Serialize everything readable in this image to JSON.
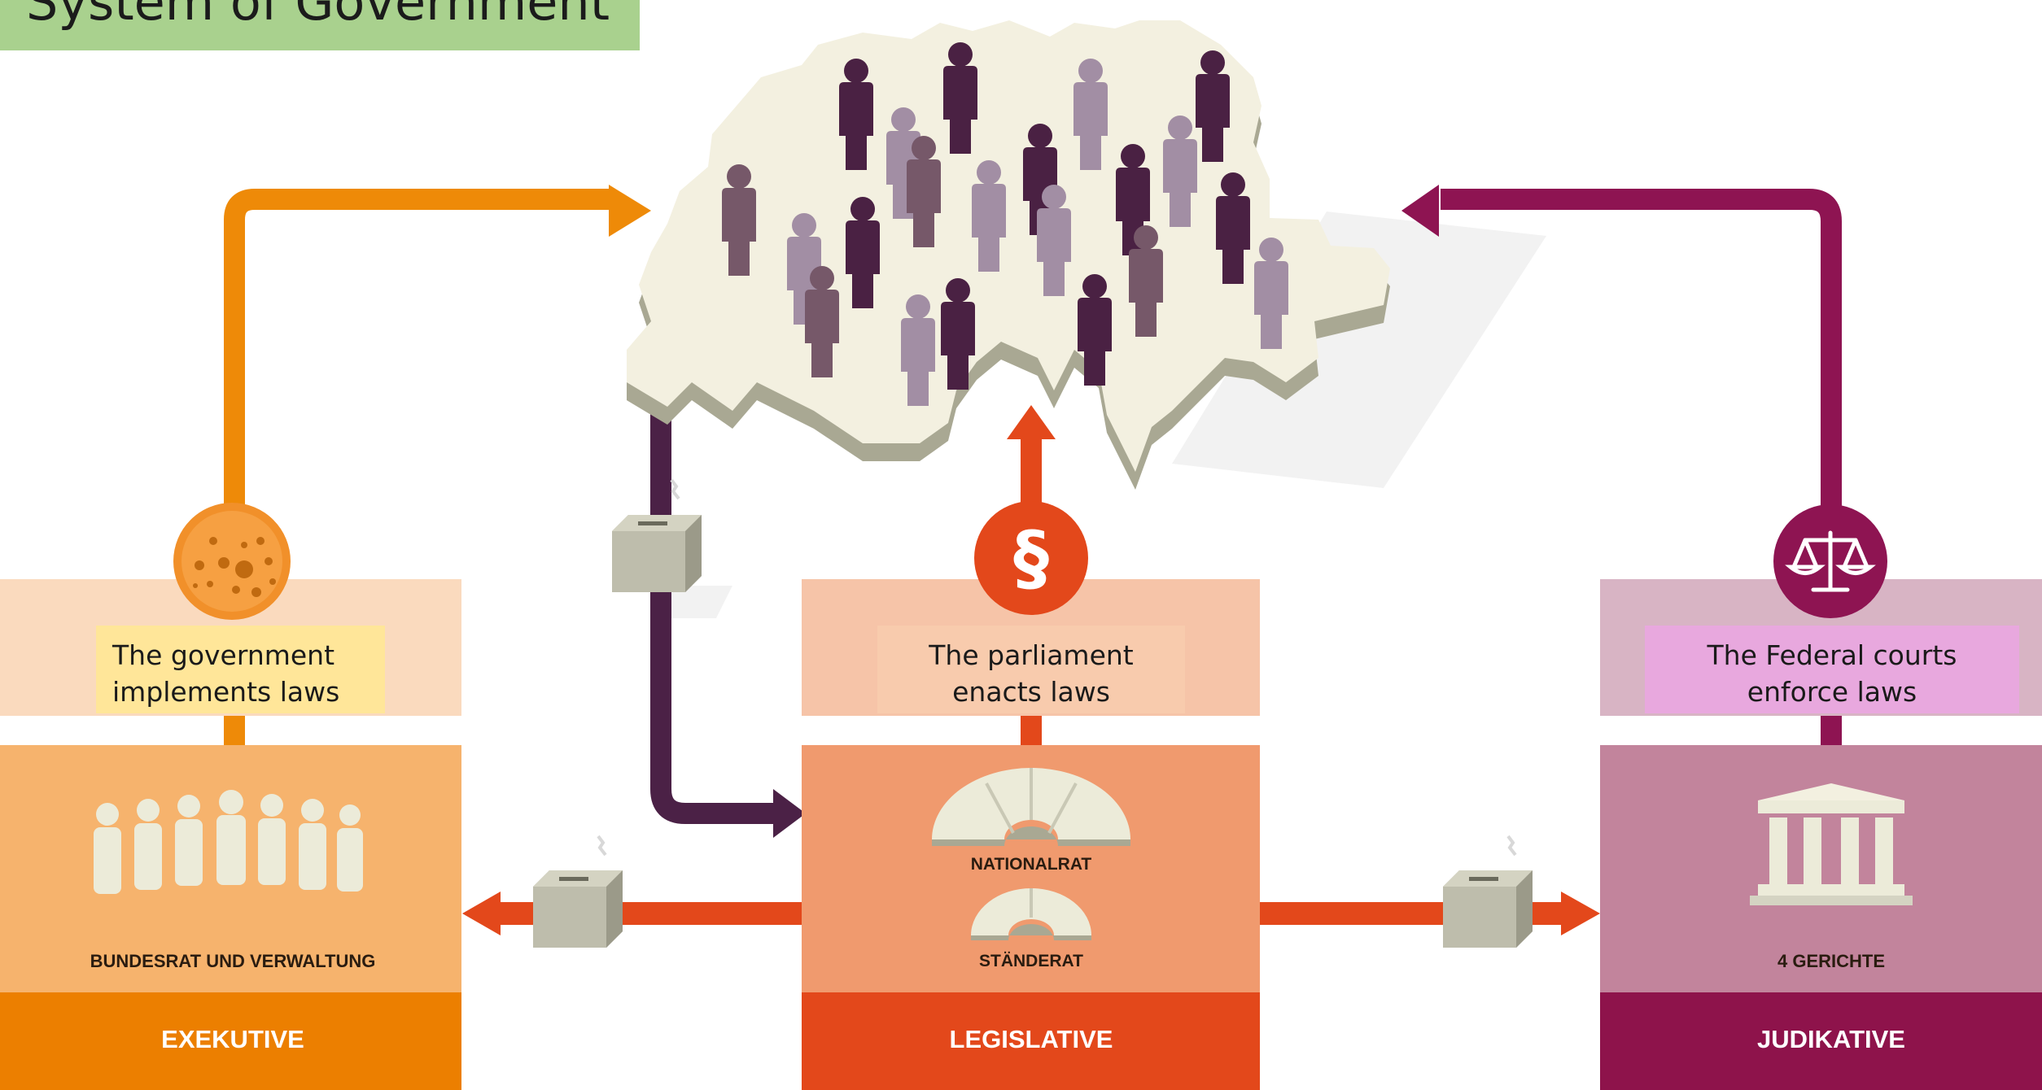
{
  "title": "System of Government",
  "branches": [
    {
      "key": "executive",
      "caption_lines": [
        "The government",
        "implements laws"
      ],
      "body_label": "BUNDESRAT UND VERWALTUNG",
      "footer_label": "EXEKUTIVE",
      "icon": "cheese-wheel-icon"
    },
    {
      "key": "legislative",
      "caption_lines": [
        "The parliament",
        "enacts laws"
      ],
      "chamber_labels": [
        "NATIONALRAT",
        "STÄNDERAT"
      ],
      "footer_label": "LEGISLATIVE",
      "icon": "paragraph-icon"
    },
    {
      "key": "judicative",
      "caption_lines": [
        "The Federal courts",
        "enforce laws"
      ],
      "body_label": "4 GERICHTE",
      "footer_label": "JUDIKATIVE",
      "icon": "scales-of-justice-icon"
    }
  ],
  "symbols": {
    "paragraph": "§"
  },
  "colors": {
    "executive_footer": "#ec7f00",
    "legislative_footer": "#e3481b",
    "judicative_footer": "#8e134b",
    "people_dark": "#4a2143",
    "people_light": "#a28ea4",
    "map_fill": "#f3f0e0"
  }
}
